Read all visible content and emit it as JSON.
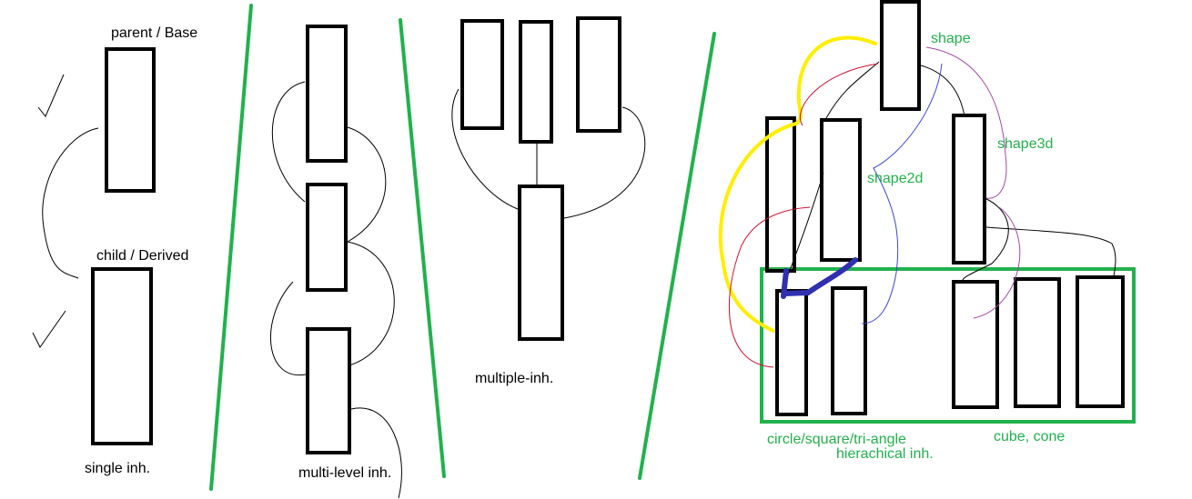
{
  "colors": {
    "ink": "#000000",
    "divider": "#22b14c",
    "green_label": "#22b14c",
    "yellow": "#ffee00",
    "red": "#c8102e",
    "blue": "#3f48cc",
    "purple": "#a349a4",
    "navy": "#3030b0"
  },
  "panels": {
    "single": {
      "parent_label": "parent / Base",
      "child_label": "child / Derived",
      "caption": "single inh."
    },
    "multilevel": {
      "caption": "multi-level inh."
    },
    "multiple": {
      "caption": "multiple-inh."
    },
    "hierarchical": {
      "shape_label": "shape",
      "shape2d_label": "shape2d",
      "shape3d_label": "shape3d",
      "shapes2d_caption": "circle/square/tri-angle",
      "shapes3d_caption": "cube, cone",
      "caption": "hierachical inh."
    }
  }
}
